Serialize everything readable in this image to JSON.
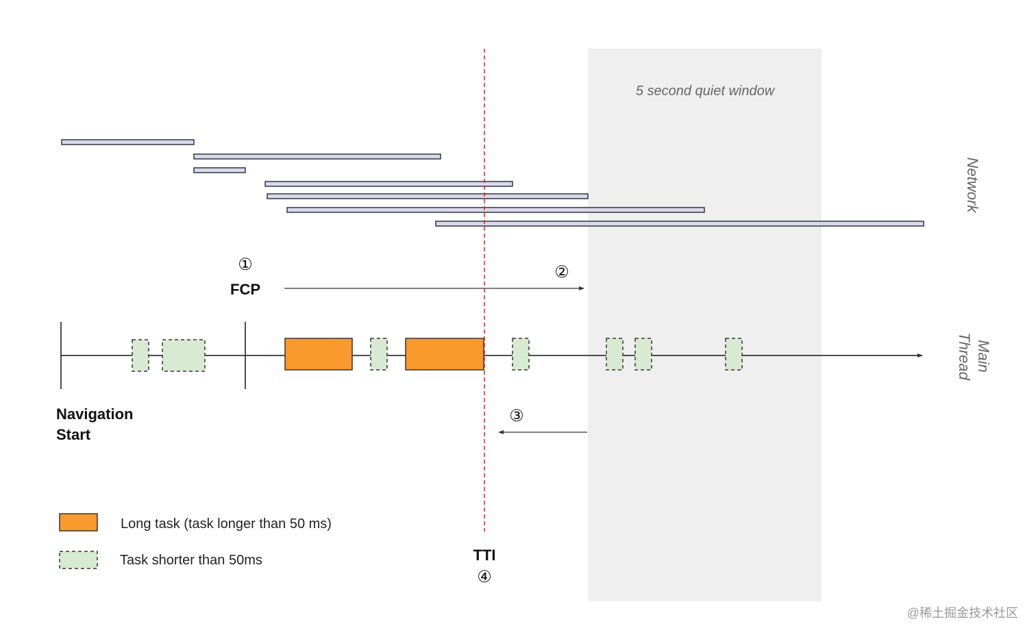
{
  "labels": {
    "quiet_window": "5 second quiet window",
    "network": "Network",
    "main_thread_line1": "Main",
    "main_thread_line2": "Thread",
    "fcp": "FCP",
    "step1": "①",
    "step2": "②",
    "step3": "③",
    "step4": "④",
    "tti": "TTI",
    "navigation_line1": "Navigation",
    "navigation_line2": "Start"
  },
  "legend": {
    "long_task": "Long task (task longer than 50 ms)",
    "short_task": "Task shorter than 50ms"
  },
  "watermark": "@稀土掘金技术社区",
  "colors": {
    "long_task_fill": "#fb9a2c",
    "short_task_fill": "#d9ead3",
    "network_bar_fill": "#d9d9ea",
    "quiet_window_fill": "#efefef",
    "tti_line": "#e02020"
  }
}
